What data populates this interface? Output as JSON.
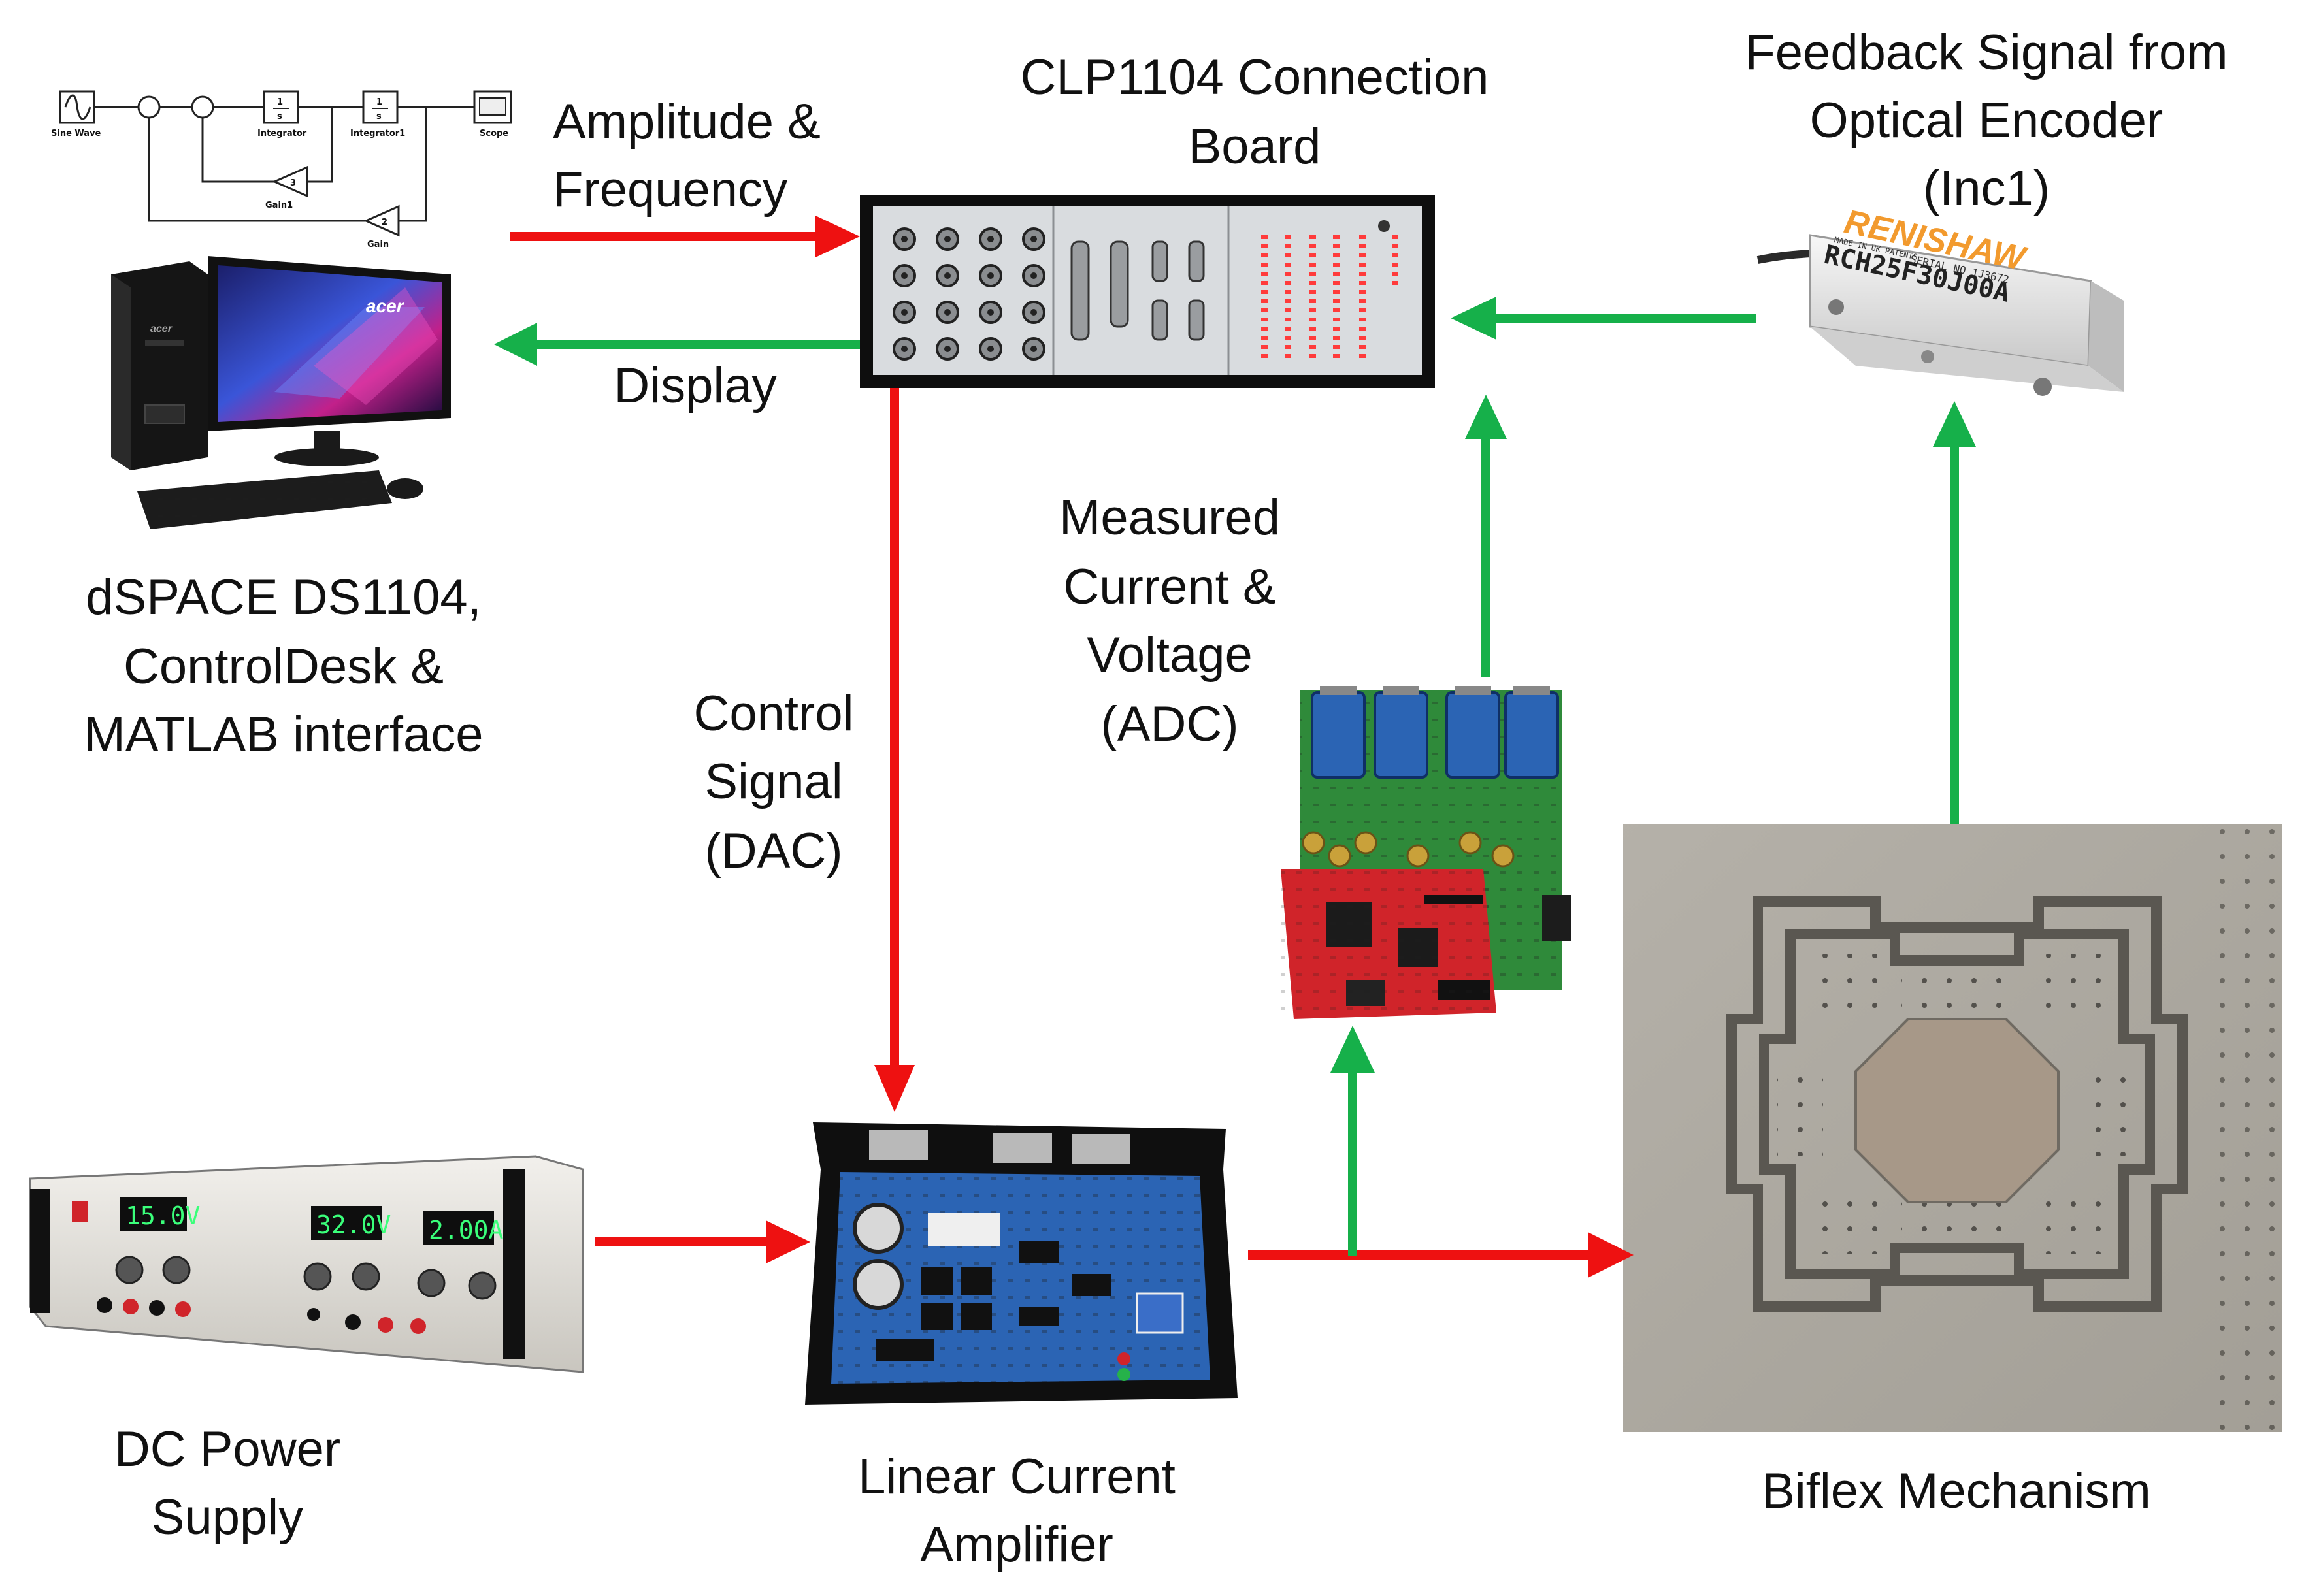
{
  "colors": {
    "red_arrow": "#ee1111",
    "green_arrow": "#16b04a",
    "pcb_blue": "#2b64b4",
    "pcb_green": "#2f8a3a",
    "pcb_red": "#d0242a",
    "metal": "#a9a59c",
    "panel": "#d9dcdf",
    "led_red": "#ff3b3b",
    "display_green": "#3aff7a"
  },
  "simulink": {
    "sine_wave": "Sine Wave",
    "integrator": "Integrator",
    "integrator1": "Integrator1",
    "scope": "Scope",
    "gain1": "Gain1",
    "gain": "Gain",
    "integrator_symbol": "1\ns",
    "gain1_value": "3",
    "gain_value": "2"
  },
  "computer": {
    "brand_tower": "acer",
    "brand_monitor": "acer"
  },
  "encoder": {
    "brand": "RENISHAW",
    "model": "RCH25F30J00A",
    "serial": "SERIAL NO 1J3672",
    "made_in": "MADE IN UK PATENTS"
  },
  "power_supply": {
    "display1": "15.0V",
    "display2": "32.0V",
    "display3": "2.00A"
  },
  "labels": {
    "amplitude_line1": "Amplitude &",
    "amplitude_line2": "Frequency",
    "clp_line1": "CLP1104 Connection",
    "clp_line2": "Board",
    "feedback_line1": "Feedback Signal from",
    "feedback_line2": "Optical Encoder",
    "feedback_line3": "(Inc1)",
    "display": "Display",
    "dspace_line1": "dSPACE DS1104,",
    "dspace_line2": "ControlDesk &",
    "dspace_line3": "MATLAB interface",
    "measured_line1": "Measured",
    "measured_line2": "Current &",
    "measured_line3": "Voltage",
    "measured_line4": "(ADC)",
    "control_line1": "Control",
    "control_line2": "Signal",
    "control_line3": "(DAC)",
    "dc_line1": "DC Power",
    "dc_line2": "Supply",
    "amp_line1": "Linear Current",
    "amp_line2": "Amplifier",
    "biflex": "Biflex Mechanism"
  }
}
